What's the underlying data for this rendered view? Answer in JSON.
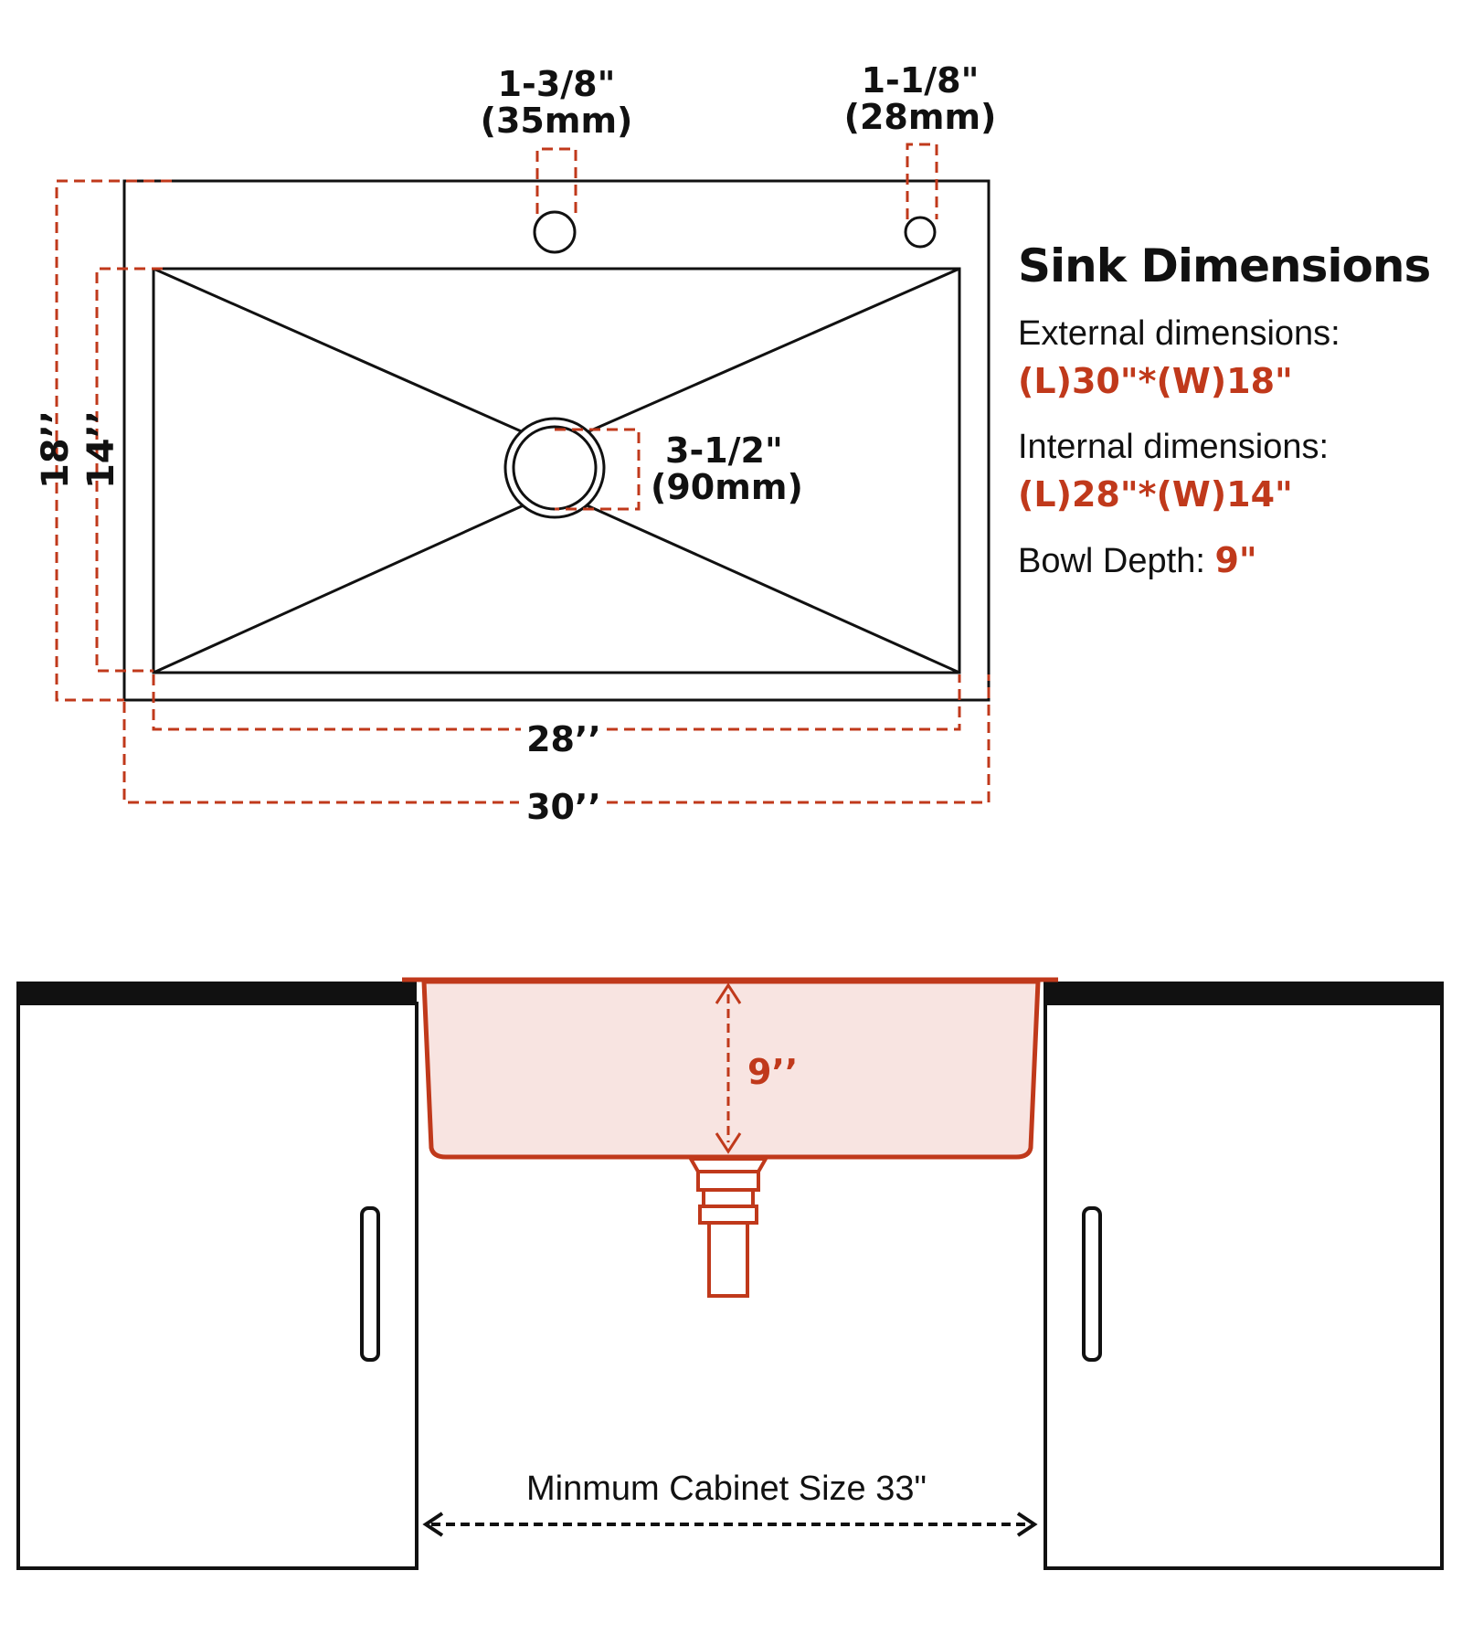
{
  "top_view": {
    "faucet_hole_1": {
      "inch": "1-3/8\"",
      "mm": "(35mm)"
    },
    "faucet_hole_2": {
      "inch": "1-1/8\"",
      "mm": "(28mm)"
    },
    "drain": {
      "inch": "3-1/2\"",
      "mm": "(90mm)"
    },
    "external_width_label": "18’’",
    "internal_width_label": "14’’",
    "internal_length_label": "28’’",
    "external_length_label": "30’’"
  },
  "info": {
    "title": "Sink Dimensions",
    "external_label": "External dimensions:",
    "external_value": "(L)30\"*(W)18\"",
    "internal_label": "Internal dimensions:",
    "internal_value": "(L)28\"*(W)14\"",
    "depth_label": "Bowl Depth: ",
    "depth_value": "9\""
  },
  "side_view": {
    "depth_label": "9’’",
    "min_cabinet_label": "Minmum Cabinet Size 33\""
  },
  "colors": {
    "accent": "#c0391b",
    "bowl_fill": "#f8e4e1",
    "line": "#111111"
  }
}
